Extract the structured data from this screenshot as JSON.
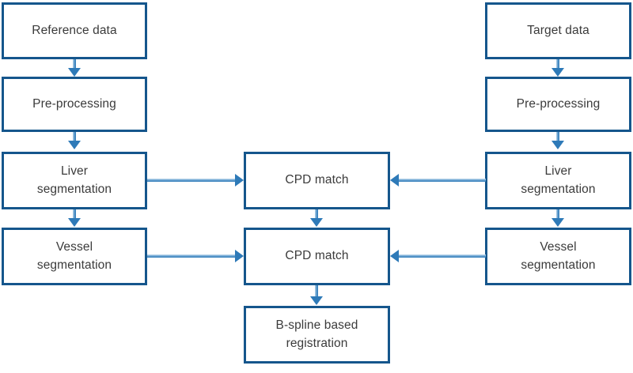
{
  "diagram": {
    "title": "Liver and vessel registration pipeline flowchart",
    "colors": {
      "box_border": "#15568c",
      "box_fill": "#ffffff",
      "arrow": "#2e7ab8",
      "arrow_light": "#bcd7ea",
      "text": "#3b3b3b",
      "background": "#ffffff"
    },
    "nodes": [
      {
        "id": "reference-data",
        "label": "Reference data",
        "column": "left",
        "row": 1
      },
      {
        "id": "left-pre-processing",
        "label": "Pre-processing",
        "column": "left",
        "row": 2
      },
      {
        "id": "left-liver-seg",
        "label": "Liver\nsegmentation",
        "column": "left",
        "row": 3
      },
      {
        "id": "left-vessel-seg",
        "label": "Vessel\nsegmentation",
        "column": "left",
        "row": 4
      },
      {
        "id": "target-data",
        "label": "Target data",
        "column": "right",
        "row": 1
      },
      {
        "id": "right-pre-processing",
        "label": "Pre-processing",
        "column": "right",
        "row": 2
      },
      {
        "id": "right-liver-seg",
        "label": "Liver\nsegmentation",
        "column": "right",
        "row": 3
      },
      {
        "id": "right-vessel-seg",
        "label": "Vessel\nsegmentation",
        "column": "right",
        "row": 4
      },
      {
        "id": "cpd-match-liver",
        "label": "CPD match",
        "column": "center",
        "row": 3
      },
      {
        "id": "cpd-match-vessel",
        "label": "CPD match",
        "column": "center",
        "row": 4
      },
      {
        "id": "bspline-registration",
        "label": "B-spline based\nregistration",
        "column": "center",
        "row": 5
      }
    ],
    "edges": [
      {
        "from": "reference-data",
        "to": "left-pre-processing",
        "direction": "down"
      },
      {
        "from": "left-pre-processing",
        "to": "left-liver-seg",
        "direction": "down"
      },
      {
        "from": "left-liver-seg",
        "to": "left-vessel-seg",
        "direction": "down"
      },
      {
        "from": "target-data",
        "to": "right-pre-processing",
        "direction": "down"
      },
      {
        "from": "right-pre-processing",
        "to": "right-liver-seg",
        "direction": "down"
      },
      {
        "from": "right-liver-seg",
        "to": "right-vessel-seg",
        "direction": "down"
      },
      {
        "from": "left-liver-seg",
        "to": "cpd-match-liver",
        "direction": "right"
      },
      {
        "from": "right-liver-seg",
        "to": "cpd-match-liver",
        "direction": "left"
      },
      {
        "from": "left-vessel-seg",
        "to": "cpd-match-vessel",
        "direction": "right"
      },
      {
        "from": "right-vessel-seg",
        "to": "cpd-match-vessel",
        "direction": "left"
      },
      {
        "from": "cpd-match-liver",
        "to": "cpd-match-vessel",
        "direction": "down"
      },
      {
        "from": "cpd-match-vessel",
        "to": "bspline-registration",
        "direction": "down"
      }
    ]
  }
}
